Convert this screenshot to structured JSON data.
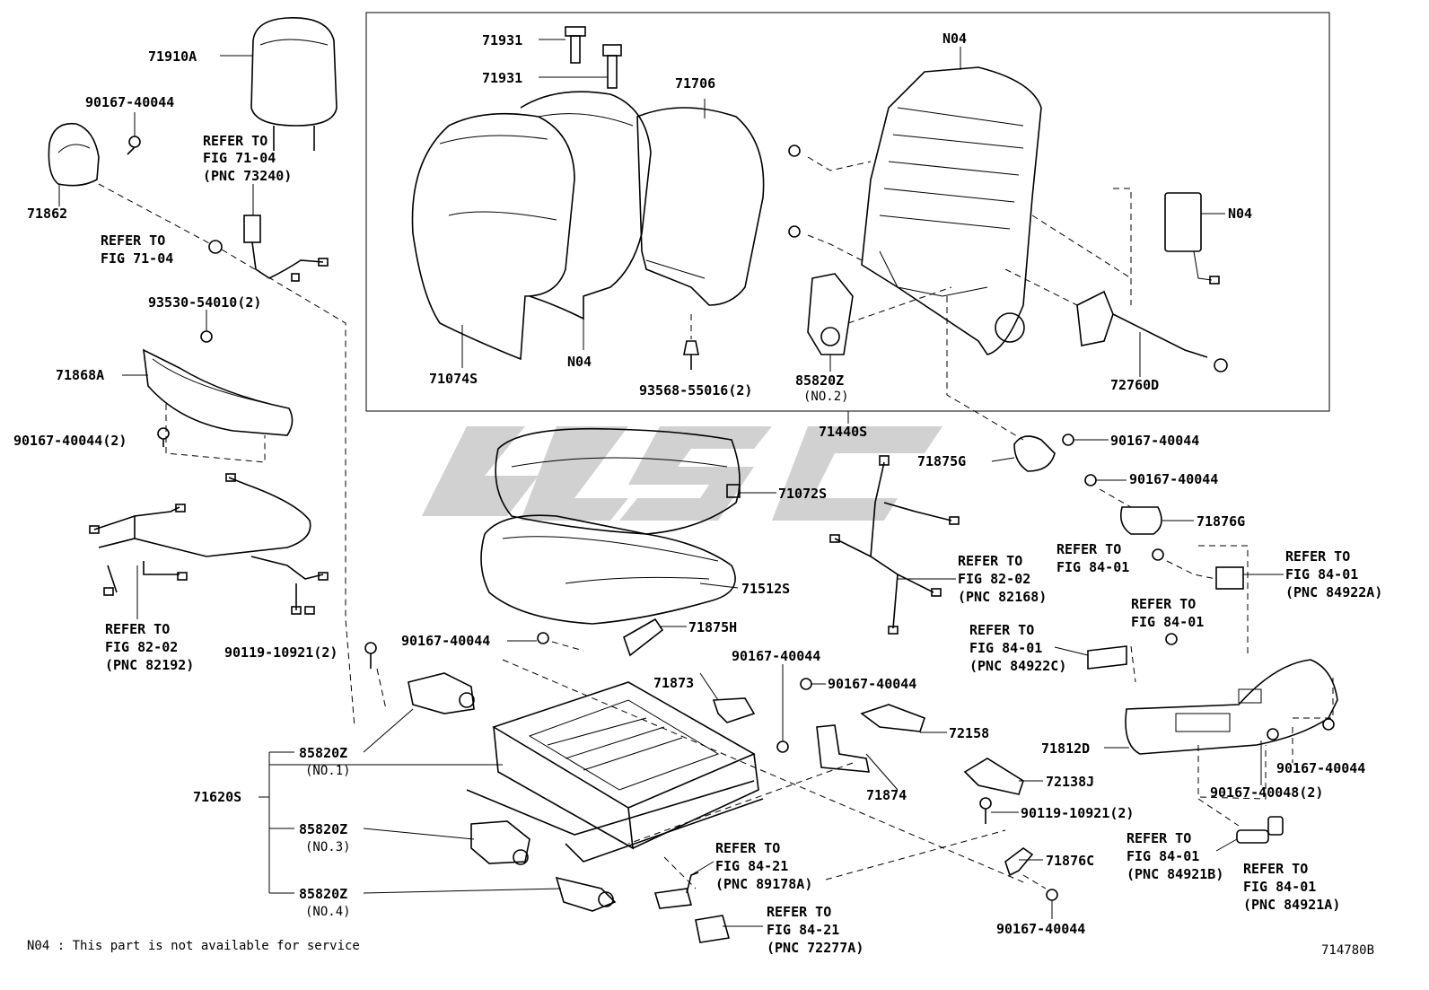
{
  "footnote": "N04 : This part is not available for service",
  "figure_id": "714780B",
  "labels": {
    "p71910A": "71910A",
    "p90167a": "90167-40044",
    "p71862": "71862",
    "ref7104a_1": "REFER TO",
    "ref7104a_2": "FIG 71-04",
    "ref7104a_3": "(PNC 73240)",
    "ref7104b_1": "REFER TO",
    "ref7104b_2": "FIG 71-04",
    "p93530": "93530-54010(2)",
    "p71868A": "71868A",
    "p90167b": "90167-40044(2)",
    "ref8202a_1": "REFER TO",
    "ref8202a_2": "FIG 82-02",
    "ref8202a_3": "(PNC 82192)",
    "p90119a": "90119-10921(2)",
    "p85820z1": "85820Z",
    "no1": "(NO.1)",
    "p71620S": "71620S",
    "p85820z3": "85820Z",
    "no3": "(NO.3)",
    "p85820z4": "85820Z",
    "no4": "(NO.4)",
    "p71931a": "71931",
    "p71931b": "71931",
    "p71706": "71706",
    "n04top": "N04",
    "n04right": "N04",
    "p71074S": "71074S",
    "n04mid": "N04",
    "p93568": "93568-55016(2)",
    "p85820z2": "85820Z",
    "no2": "(NO.2)",
    "p72760D": "72760D",
    "p71440S": "71440S",
    "p71875G": "71875G",
    "p90167c": "90167-40044",
    "p90167d": "90167-40044",
    "p71876G": "71876G",
    "p71072S": "71072S",
    "p71512S": "71512S",
    "ref8202b_1": "REFER TO",
    "ref8202b_2": "FIG 82-02",
    "ref8202b_3": "(PNC 82168)",
    "ref8401a_1": "REFER TO",
    "ref8401a_2": "FIG 84-01",
    "ref8401b_1": "REFER TO",
    "ref8401b_2": "FIG 84-01",
    "ref8401b_3": "(PNC 84922A)",
    "ref8401c_1": "REFER TO",
    "ref8401c_2": "FIG 84-01",
    "ref8401d_1": "REFER TO",
    "ref8401d_2": "FIG 84-01",
    "ref8401d_3": "(PNC 84922C)",
    "p90167e": "90167-40044",
    "p71875H": "71875H",
    "p71873": "71873",
    "p90167f": "90167-40044",
    "p90167g": "90167-40044",
    "p72158": "72158",
    "p71874": "71874",
    "p71812D": "71812D",
    "p72138J": "72138J",
    "p90119b": "90119-10921(2)",
    "p90167h": "90167-40044",
    "p90167i": "90167-40048(2)",
    "ref8421a_1": "REFER TO",
    "ref8421a_2": "FIG 84-21",
    "ref8421a_3": "(PNC 89178A)",
    "p71876C": "71876C",
    "ref8401e_1": "REFER TO",
    "ref8401e_2": "FIG 84-01",
    "ref8401e_3": "(PNC 84921B)",
    "ref8401f_1": "REFER TO",
    "ref8401f_2": "FIG 84-01",
    "ref8401f_3": "(PNC 84921A)",
    "ref8421b_1": "REFER TO",
    "ref8421b_2": "FIG 84-21",
    "ref8421b_3": "(PNC 72277A)",
    "p90167j": "90167-40044"
  }
}
